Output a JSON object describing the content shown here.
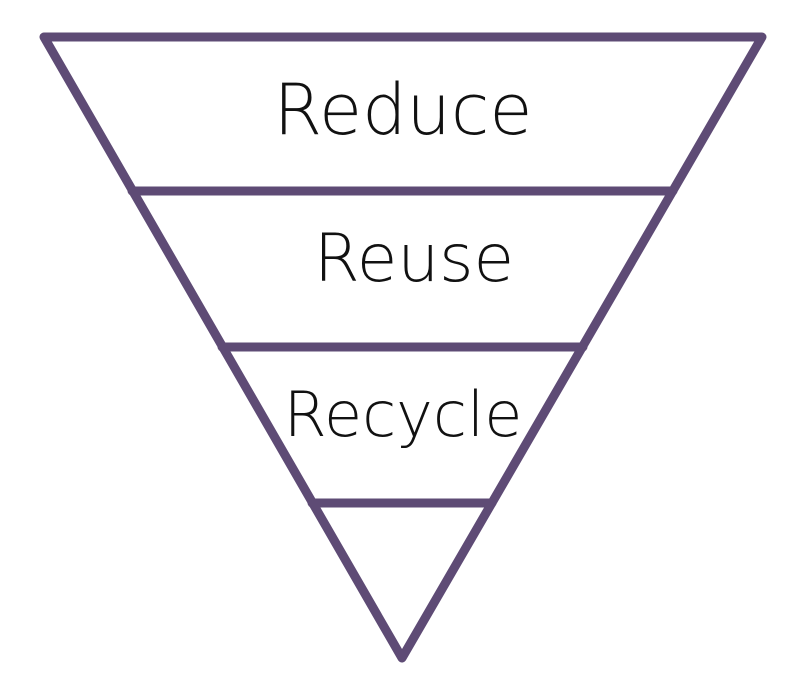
{
  "diagram": {
    "type": "inverted-pyramid",
    "outline_color": "#5e4b75",
    "text_color": "#111111",
    "background_color": "#ffffff",
    "tiers": [
      {
        "label": "Reduce"
      },
      {
        "label": "Reuse"
      },
      {
        "label": "Recycle"
      },
      {
        "label": ""
      }
    ]
  }
}
